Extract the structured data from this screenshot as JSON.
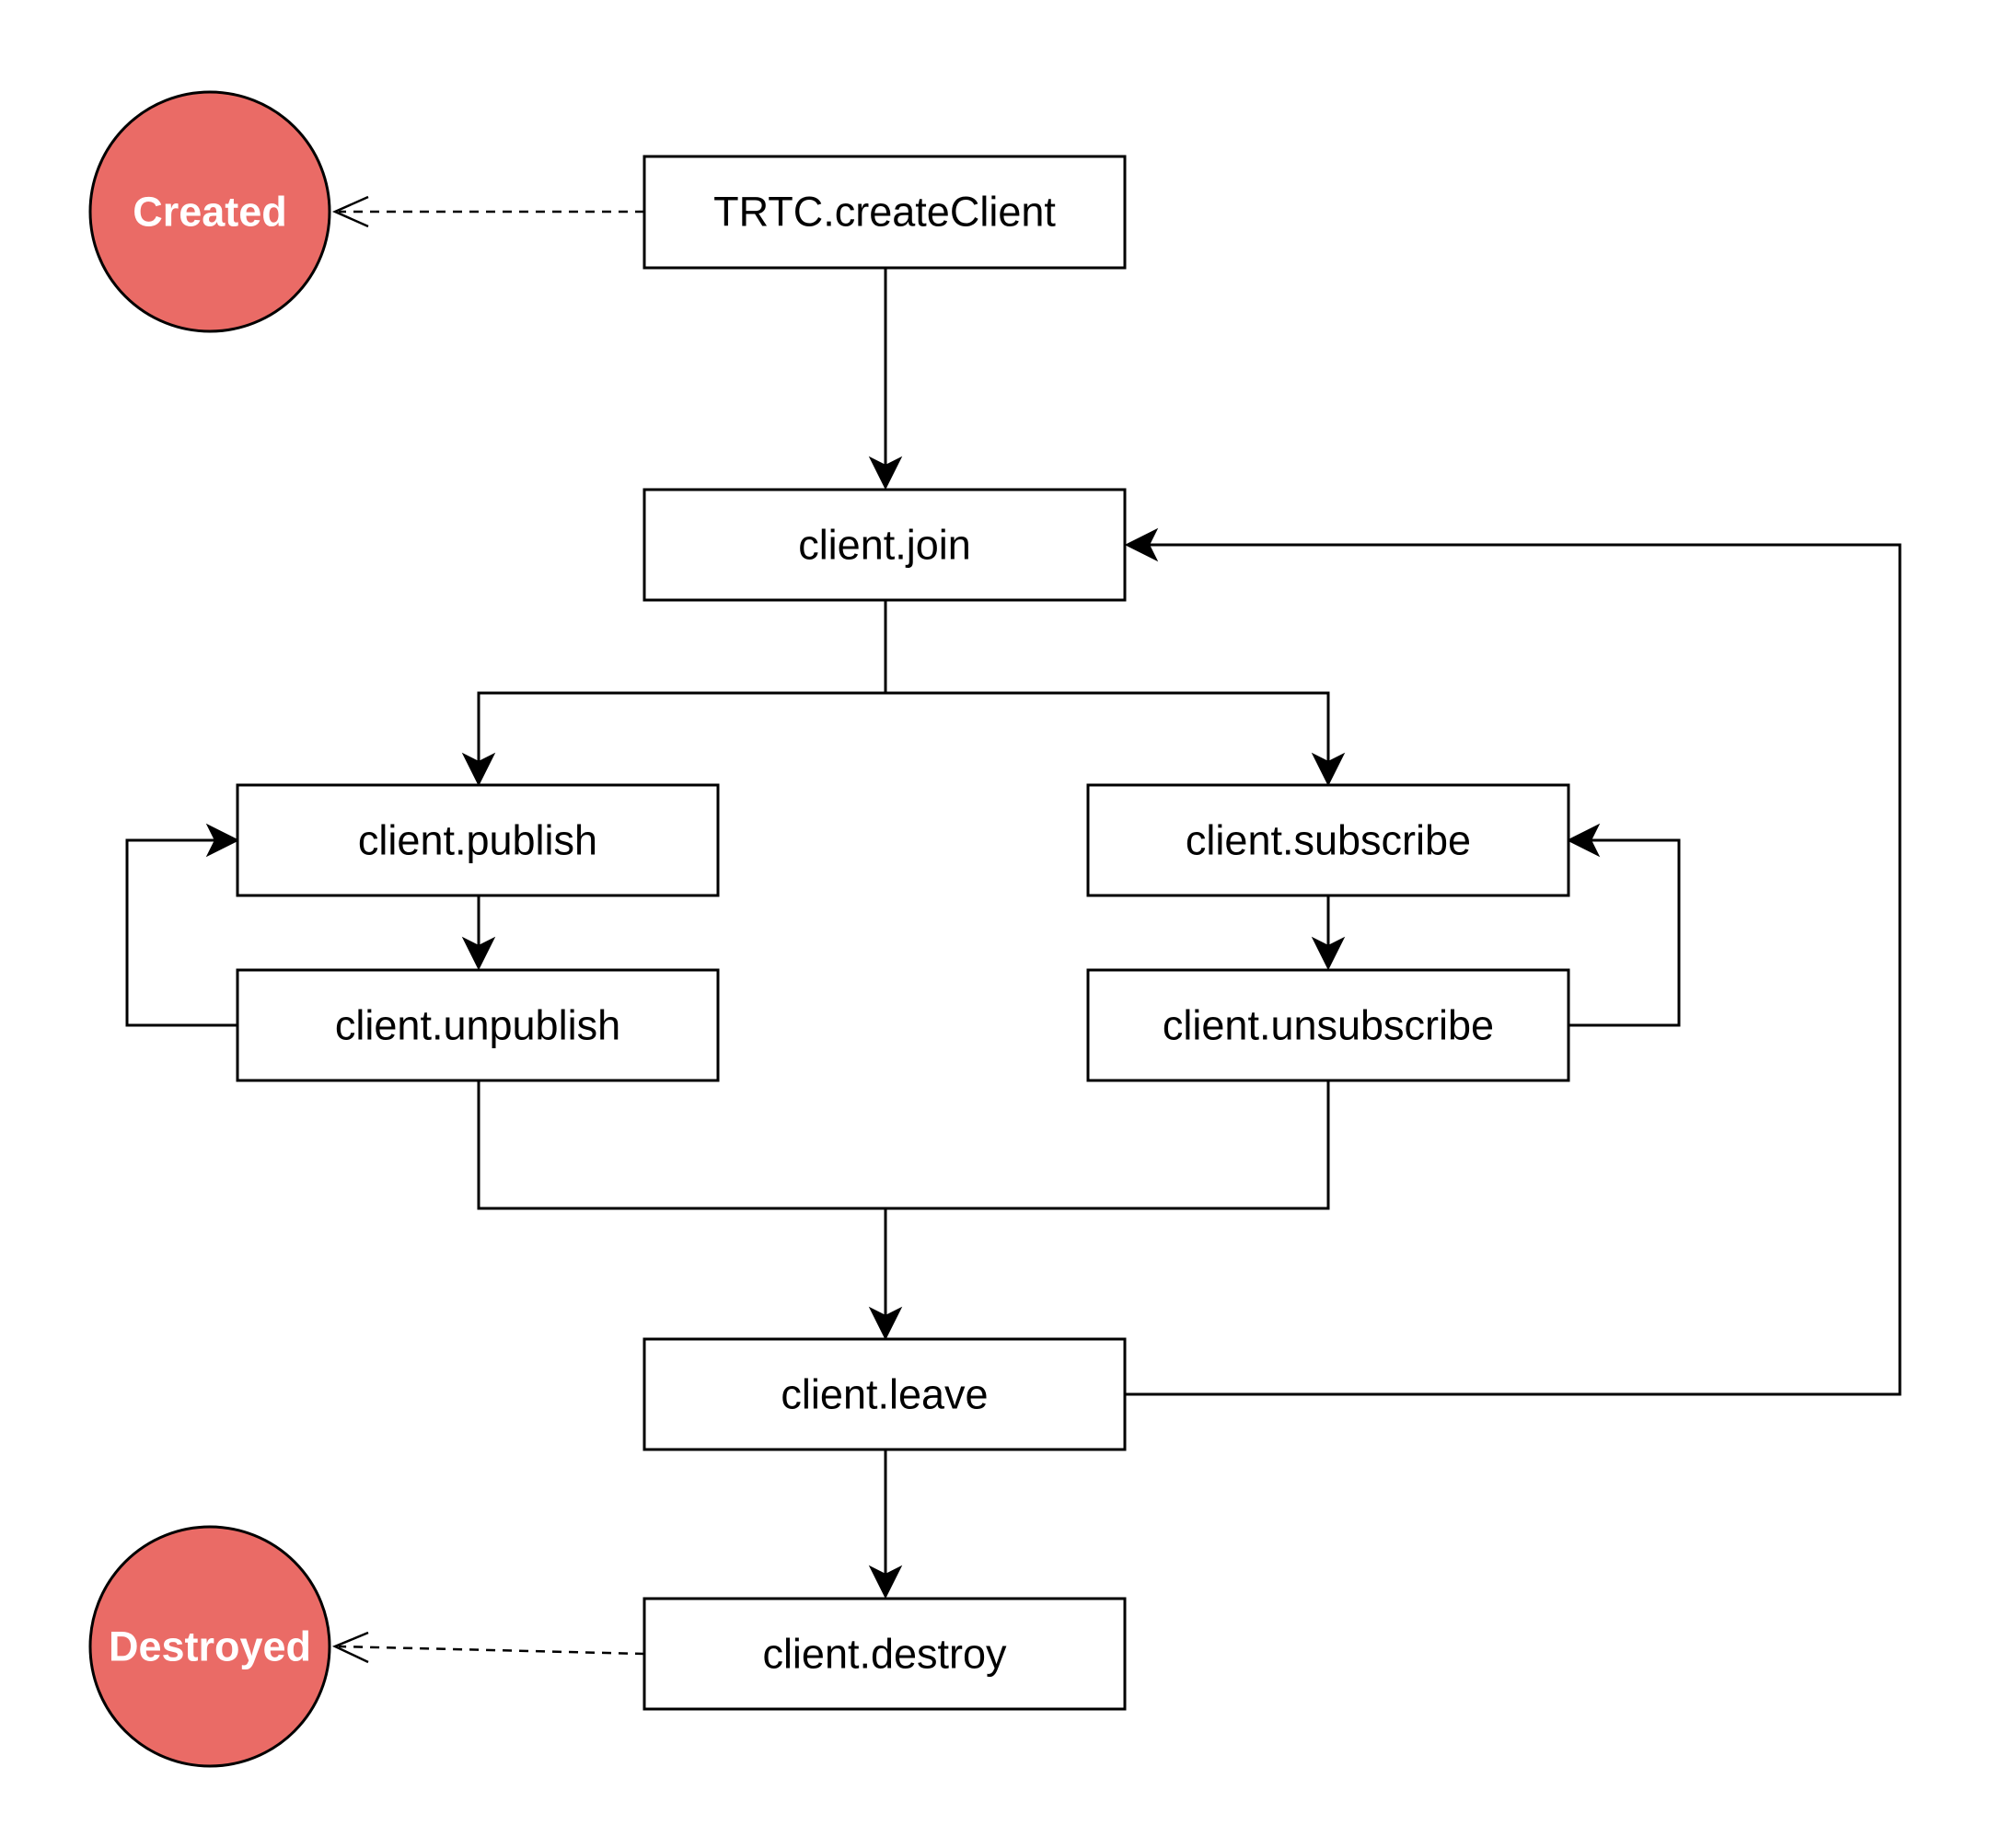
{
  "nodes": {
    "create_client": "TRTC.createClient",
    "join": "client.join",
    "publish": "client.publish",
    "unpublish": "client.unpublish",
    "subscribe": "client.subscribe",
    "unsubscribe": "client.unsubscribe",
    "leave": "client.leave",
    "destroy": "client.destroy"
  },
  "states": {
    "created": "Created",
    "destroyed": "Destroyed"
  },
  "colors": {
    "state_fill": "#EA6B66",
    "state_text": "#FFFFFF",
    "box_stroke": "#000000",
    "box_fill": "#FFFFFF"
  }
}
